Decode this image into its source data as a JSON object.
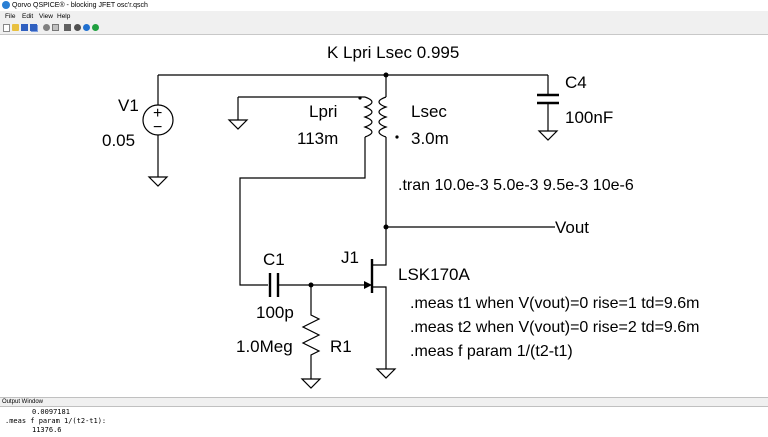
{
  "window": {
    "title": "Qorvo QSPICE® - blocking JFET osc'r.qsch"
  },
  "menu": {
    "file": "File",
    "edit": "Edit",
    "view": "View",
    "help": "Help"
  },
  "toolbar": {
    "icons": [
      "new-icon",
      "open-icon",
      "save-icon",
      "save-all-icon",
      "cut-icon",
      "copy-icon",
      "print-icon",
      "settings-icon",
      "help-icon",
      "run-icon"
    ]
  },
  "schematic": {
    "coupling": "K Lpri Lsec 0.995",
    "V1": {
      "name": "V1",
      "value": "0.05",
      "plus": "+",
      "minus": "−"
    },
    "Lpri": {
      "name": "Lpri",
      "value": "113m"
    },
    "Lsec": {
      "name": "Lsec",
      "value": "3.0m"
    },
    "C4": {
      "name": "C4",
      "value": "100nF"
    },
    "C1": {
      "name": "C1",
      "value": "100p"
    },
    "R1": {
      "name": "R1",
      "value": "1.0Meg"
    },
    "J1": {
      "name": "J1",
      "model": "LSK170A"
    },
    "net_vout": "Vout",
    "directives": {
      "tran": ".tran 10.0e-3 5.0e-3 9.5e-3 10e-6",
      "meas1": ".meas t1 when V(vout)=0 rise=1 td=9.6m",
      "meas2": ".meas t2 when V(vout)=0 rise=2 td=9.6m",
      "meas3": ".meas f param 1/(t2-t1)"
    }
  },
  "output_window": {
    "title": "Output Window",
    "lines": [
      "0.0097181",
      ".meas f param 1/(t2-t1):",
      "11376.6"
    ]
  }
}
